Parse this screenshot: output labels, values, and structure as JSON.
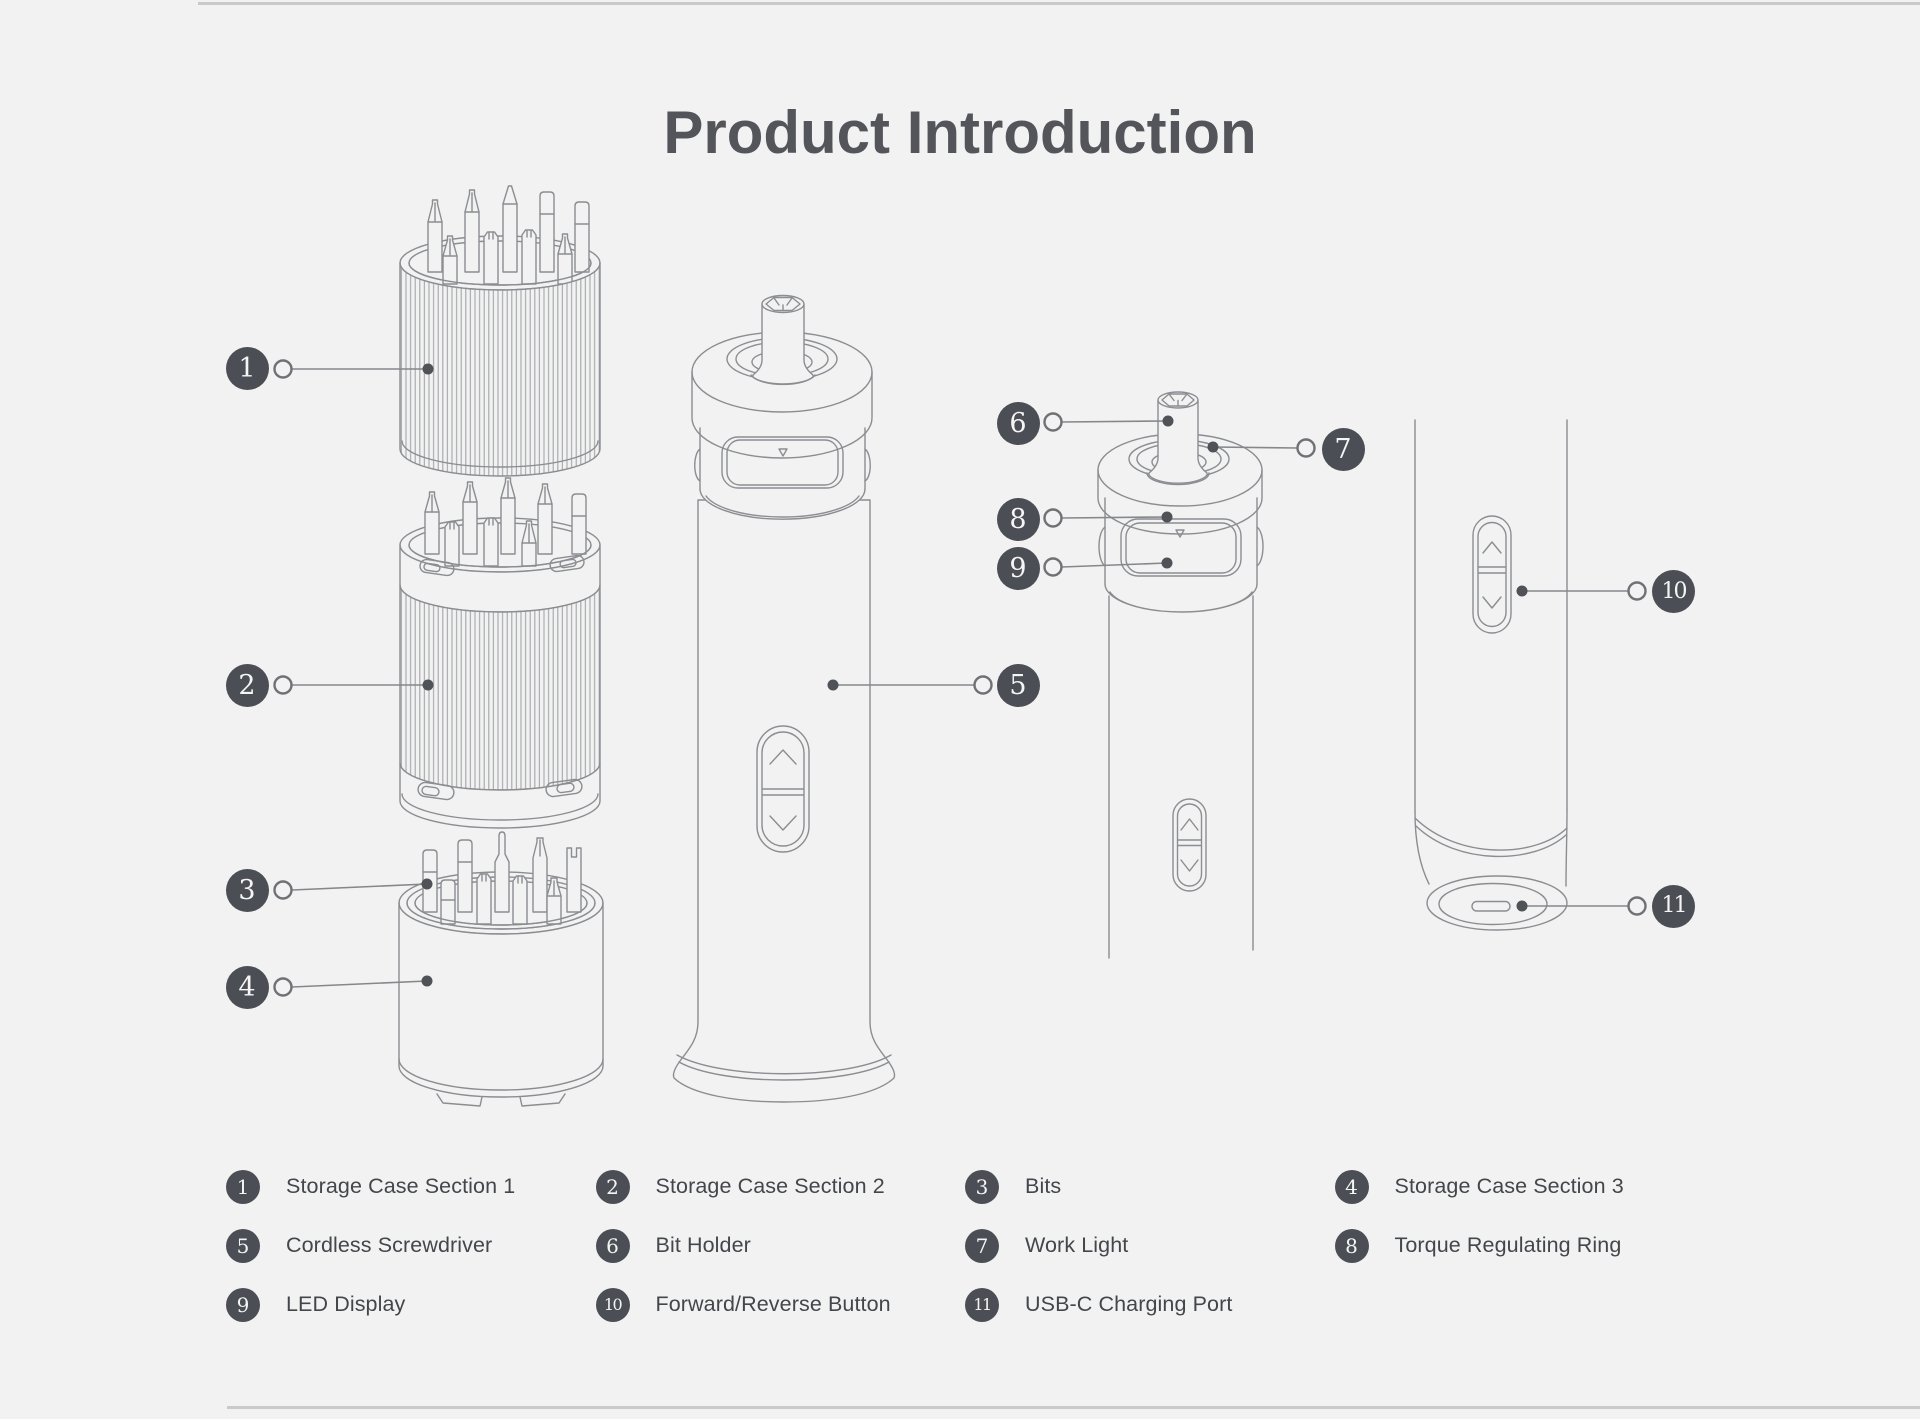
{
  "page": {
    "title": "Product Introduction",
    "background_color": "#f2f2f2",
    "rule_color": "#c9cacb",
    "line_color": "#8b8d91",
    "badge_color": "#4b4e54",
    "badge_number_color": "#f5f5f6",
    "title_color": "#53555a",
    "legend_text_color": "#43464a"
  },
  "legend": {
    "items": [
      {
        "number": "1",
        "label": "Storage Case Section 1"
      },
      {
        "number": "2",
        "label": "Storage Case Section 2"
      },
      {
        "number": "3",
        "label": "Bits"
      },
      {
        "number": "4",
        "label": "Storage Case Section 3"
      },
      {
        "number": "5",
        "label": "Cordless Screwdriver"
      },
      {
        "number": "6",
        "label": "Bit Holder"
      },
      {
        "number": "7",
        "label": "Work Light"
      },
      {
        "number": "8",
        "label": "Torque Regulating Ring"
      },
      {
        "number": "9",
        "label": "LED Display"
      },
      {
        "number": "10",
        "label": "Forward/Reverse Button"
      },
      {
        "number": "11",
        "label": "USB-C Charging Port"
      }
    ]
  }
}
